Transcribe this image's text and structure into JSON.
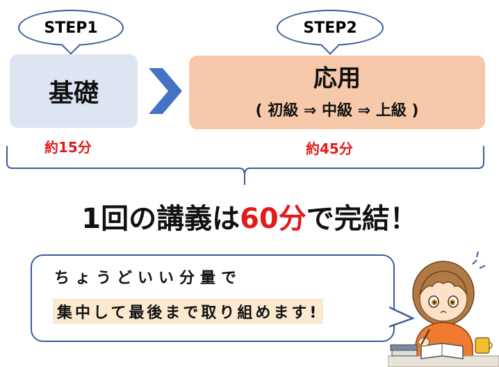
{
  "steps": {
    "step1": {
      "label": "STEP1",
      "title": "基礎",
      "time": "約15分"
    },
    "step2": {
      "label": "STEP2",
      "title": "応用",
      "subtitle": "( 初級 ⇒ 中級 ⇒ 上級 )",
      "time": "約45分"
    }
  },
  "summary": {
    "prefix": "1回の講義は",
    "highlight": "60分",
    "suffix": "で完結！"
  },
  "speech": {
    "line1": "ちょうどいい分量で",
    "line2": "集中して最後まで取り組めます!"
  },
  "colors": {
    "accent_blue": "#4472c4",
    "red": "#e31a1a",
    "box1": "#dde5f3",
    "box2": "#f6c9aa"
  }
}
